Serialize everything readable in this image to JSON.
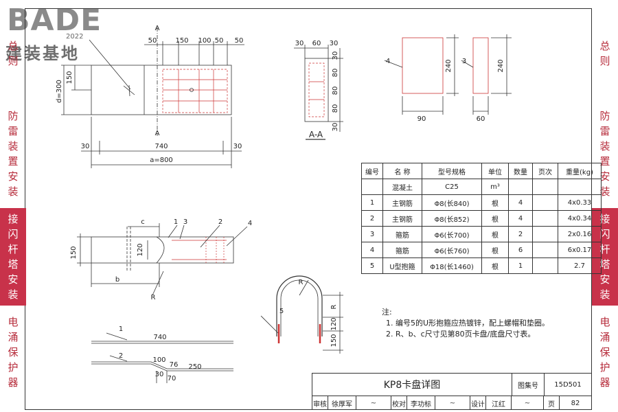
{
  "logo": {
    "brand": "BADE",
    "year": "2022",
    "cn": "建装基地"
  },
  "left_tabs": [
    {
      "label": "总则",
      "active": false
    },
    {
      "label": "防雷装置安装",
      "active": false
    },
    {
      "label": "接闪杆塔安装",
      "active": true
    },
    {
      "label": "电涌保护器",
      "active": false
    }
  ],
  "right_tabs": [
    {
      "label": "总则",
      "active": false
    },
    {
      "label": "防雷装置安装",
      "active": false
    },
    {
      "label": "接闪杆塔安装",
      "active": true
    },
    {
      "label": "电涌保护器",
      "active": false
    }
  ],
  "plan": {
    "section_mark": "A",
    "dims_top": [
      "50",
      "150",
      "100",
      "50",
      "50"
    ],
    "dim_d": "d=300",
    "dim_150": "150",
    "dim_30_left": "30",
    "dim_740": "740",
    "dim_30_right": "30",
    "dim_a": "a=800"
  },
  "section": {
    "dims_top": [
      "30",
      "60",
      "30"
    ],
    "dims_right": [
      "30",
      "80",
      "80",
      "80",
      "30"
    ],
    "label": "A-A"
  },
  "bars": {
    "b4_label": "4",
    "b4_h": "240",
    "b4_w": "90",
    "b3_label": "3",
    "b3_h": "240",
    "b3_w": "60"
  },
  "elevation": {
    "c": "c",
    "n1": "1",
    "n3": "3",
    "n2": "2",
    "n4": "4",
    "h150": "150",
    "h120": "120",
    "b": "b",
    "r": "R"
  },
  "ubolt": {
    "r1": "R",
    "r2": "R",
    "n5": "5",
    "d120": "120",
    "d150": "150"
  },
  "bar_shapes": {
    "n1": "1",
    "len1": "740",
    "n2": "2",
    "d100": "100",
    "d76": "76",
    "d250": "250",
    "d30": "30",
    "d70": "70"
  },
  "table": {
    "headers": [
      "编号",
      "名 称",
      "型号规格",
      "单位",
      "数量",
      "页次",
      "重量(kg)"
    ],
    "rows": [
      [
        "",
        "混凝土",
        "C25",
        "m³",
        "",
        "",
        ""
      ],
      [
        "1",
        "主钢筋",
        "Φ8(长840)",
        "根",
        "4",
        "",
        "4x0.33"
      ],
      [
        "2",
        "主钢筋",
        "Φ8(长852)",
        "根",
        "4",
        "",
        "4x0.34"
      ],
      [
        "3",
        "箍筋",
        "Φ6(长700)",
        "根",
        "2",
        "",
        "2x0.16"
      ],
      [
        "4",
        "箍筋",
        "Φ6(长760)",
        "根",
        "6",
        "",
        "6x0.17"
      ],
      [
        "5",
        "U型抱箍",
        "Φ18(长1460)",
        "根",
        "1",
        "",
        "2.7"
      ]
    ]
  },
  "notes": {
    "title": "注:",
    "items": [
      "1. 编号5的U形抱箍应热镀锌，配上螺帽和垫圈。",
      "2. R、b、c尺寸见第80页卡盘/底盘尺寸表。"
    ]
  },
  "title_block": {
    "title": "KP8卡盘详图",
    "atlas_label": "图集号",
    "atlas_no": "15D501",
    "review": "审核",
    "review_name": "徐厚军",
    "check": "校对",
    "check_name": "李功标",
    "design": "设计",
    "design_name": "江红",
    "page_label": "页",
    "page_no": "82"
  }
}
